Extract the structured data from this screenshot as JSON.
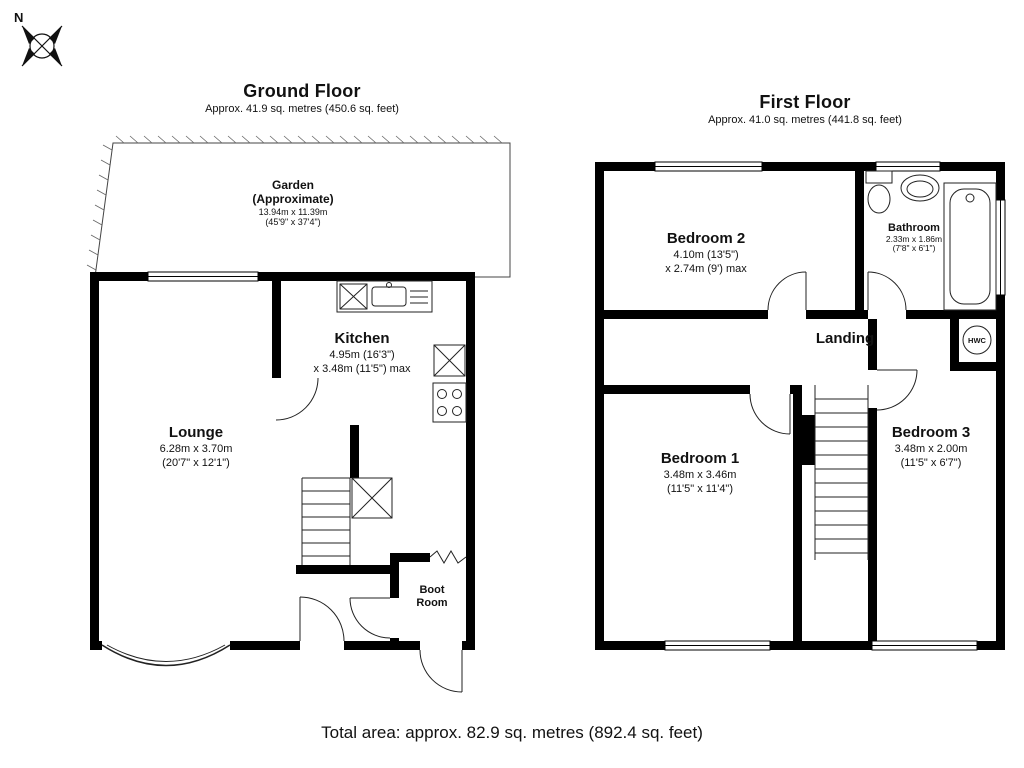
{
  "compass": {
    "north_label": "N"
  },
  "ground_floor": {
    "title": "Ground Floor",
    "subtitle": "Approx. 41.9 sq. metres (450.6 sq. feet)",
    "garden": {
      "name": "Garden",
      "qualifier": "(Approximate)",
      "dim_metric": "13.94m x 11.39m",
      "dim_imperial": "(45'9\" x 37'4\")"
    },
    "kitchen": {
      "name": "Kitchen",
      "dim_line1": "4.95m (16'3\")",
      "dim_line2": "x 3.48m (11'5\") max"
    },
    "lounge": {
      "name": "Lounge",
      "dim_line1": "6.28m x 3.70m",
      "dim_line2": "(20'7\" x 12'1\")"
    },
    "boot_room": {
      "name_line1": "Boot",
      "name_line2": "Room"
    }
  },
  "first_floor": {
    "title": "First Floor",
    "subtitle": "Approx. 41.0 sq. metres (441.8 sq. feet)",
    "bedroom2": {
      "name": "Bedroom 2",
      "dim_line1": "4.10m (13'5\")",
      "dim_line2": "x 2.74m (9') max"
    },
    "bathroom": {
      "name": "Bathroom",
      "dim_line1": "2.33m x 1.86m",
      "dim_line2": "(7'8\" x 6'1\")"
    },
    "landing": {
      "name": "Landing"
    },
    "hwc": {
      "label": "HWC"
    },
    "bedroom1": {
      "name": "Bedroom 1",
      "dim_line1": "3.48m x 3.46m",
      "dim_line2": "(11'5\" x 11'4\")"
    },
    "bedroom3": {
      "name": "Bedroom 3",
      "dim_line1": "3.48m x 2.00m",
      "dim_line2": "(11'5\" x 6'7\")"
    }
  },
  "footer": {
    "total_area": "Total area: approx. 82.9 sq. metres (892.4 sq. feet)"
  },
  "colors": {
    "wall": "#000000",
    "line": "#222222",
    "background": "#ffffff"
  }
}
